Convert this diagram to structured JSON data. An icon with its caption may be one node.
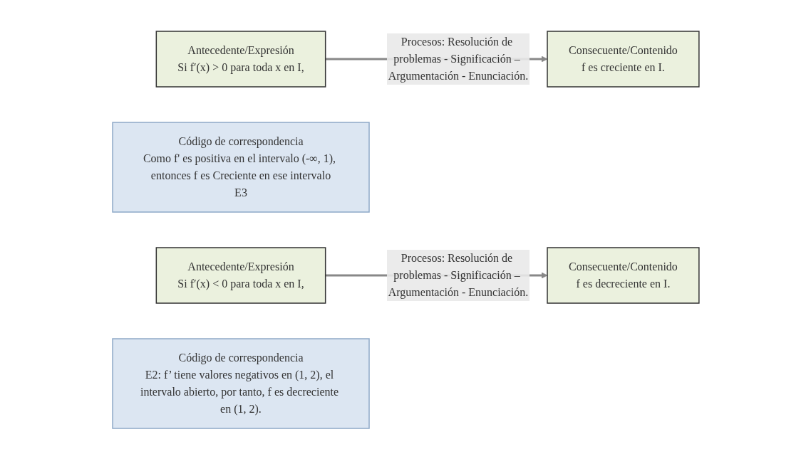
{
  "diagram": {
    "nodes": [
      {
        "text": [
          "Antecedente/Expresión",
          "Si f′(x) > 0 para toda x en I,"
        ]
      },
      {
        "text": [
          "Código de correspondencia",
          "Como f' es positiva en el intervalo (-∞, 1), entonces f es Creciente en ese intervalo",
          "E3"
        ]
      },
      {
        "text": [
          "Consecuente/Contenido",
          "f es creciente en I."
        ]
      },
      {
        "text": [
          "Antecedente/Expresión",
          "Si f′(x) < 0 para toda x en I,"
        ]
      },
      {
        "text": [
          "Código de correspondencia",
          "E2: f’ tiene valores negativos en (1, 2), el intervalo abierto, por tanto, f es decreciente en (1, 2)."
        ]
      },
      {
        "text": [
          "Consecuente/Contenido",
          "f es decreciente en I."
        ]
      }
    ],
    "edges": [
      {
        "from": 0,
        "to": 2,
        "arrow": "to",
        "label": "Procesos: Resolución de problemas - Significación – Argumentación - Enunciación."
      },
      {
        "from": 3,
        "to": 5,
        "arrow": "to",
        "label": "Procesos: Resolución de problemas - Significación – Argumentación - Enunciación."
      }
    ]
  }
}
